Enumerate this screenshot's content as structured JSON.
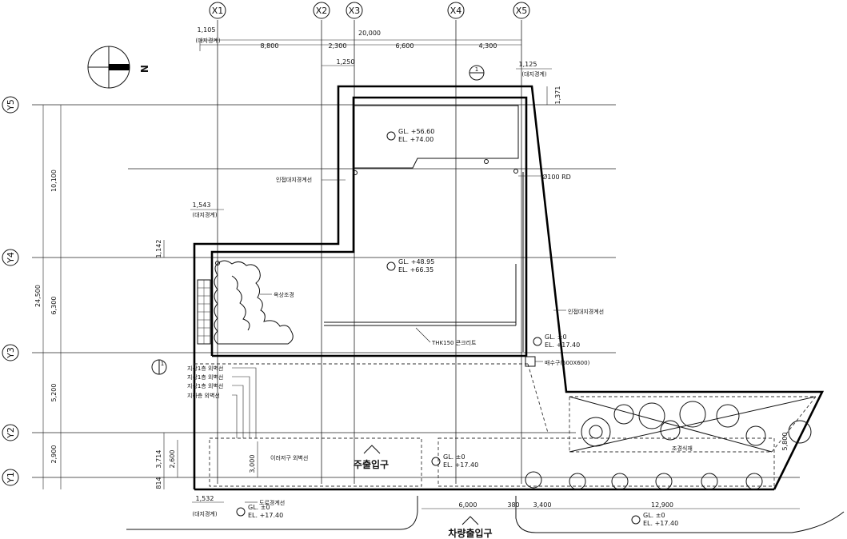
{
  "axes": {
    "x": [
      "X1",
      "X2",
      "X3",
      "X4",
      "X5"
    ],
    "y": [
      "Y5",
      "Y4",
      "Y3",
      "Y2",
      "Y1"
    ]
  },
  "north_label": "N",
  "dims_top": {
    "offset_x1": "1,105",
    "offset_x1_note": "(대지경계)",
    "total": "20,000",
    "spans": [
      "8,800",
      "2,300",
      "6,600",
      "4,300"
    ],
    "x3_offset": "1,250",
    "x5_offset": "1,125",
    "x5_offset_note": "(대지경계)",
    "y5_offset": "1,371"
  },
  "dims_left": {
    "total": "24,500",
    "y5_y4": "10,100",
    "y4_y3": "6,300",
    "y3_y2": "5,200",
    "y2_y1": "2,900",
    "y4_offset": "1,142",
    "x1_offset": "1,543",
    "x1_offset_note": "(대지경계)",
    "small_a": "3,714",
    "small_b": "2,600",
    "small_c": "814",
    "small_d": "3,000",
    "small_e": "5,800"
  },
  "dims_bottom": {
    "x1_offset": "1,532",
    "x1_offset_note": "(대지경계)",
    "span_a": "6,000",
    "span_b": "380",
    "span_c": "3,400",
    "span_d": "12,900"
  },
  "levels": {
    "roof_gl": "GL. +56.60",
    "roof_el": "EL. +74.00",
    "mid_gl": "GL. +48.95",
    "mid_el": "EL. +66.35",
    "ent_gl": "GL. ±0",
    "ent_el": "EL. +17.40",
    "right_gl": "GL. ±0",
    "right_el": "EL. +17.40",
    "bl_gl": "GL. ±0",
    "bl_el": "EL. +17.40",
    "br_gl": "GL. ±0",
    "br_el": "EL. +17.40"
  },
  "labels": {
    "boundary_left": "인접대지경계선",
    "boundary_right": "인접대지경계선",
    "rd": "Ø100 RD",
    "planting": "옥상조경",
    "thk": "THK150 콘크리트",
    "drain": "배수구(600X600)",
    "line1": "지상1층 외벽선",
    "line2": "지상1층 외벽선",
    "line3": "지상1층 외벽선",
    "line4": "지하층 외벽선",
    "eave": "이러저구 외벽선",
    "road_boundary": "도로경계선",
    "main_entrance": "주출입구",
    "vehicle_entrance": "차량출입구",
    "garden": "조경식재",
    "section_mark": "1"
  }
}
